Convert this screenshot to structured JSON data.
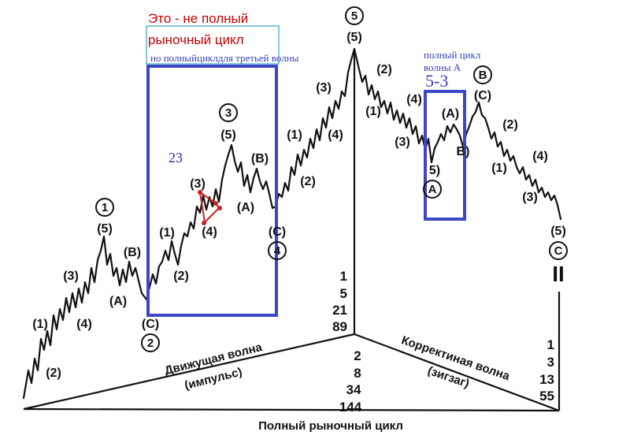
{
  "annotations": {
    "red_line1": "Это - не полный",
    "red_line2": "рыночный цикл",
    "blue_third": "но  полныйциклдля третьей волны",
    "blue_23": "23",
    "blue_full_a1": "полный цикл",
    "blue_full_a2": "волны А",
    "blue_53": "5-3"
  },
  "waves": {
    "w1_circ": "1",
    "w1_5": "(5)",
    "w_1": "(1)",
    "w_2": "(2)",
    "w_3": "(3)",
    "w_4": "(4)",
    "w_a1": "(A)",
    "w_b1": "(B)",
    "w_c1": "(C)",
    "w2_circ": "2",
    "w3_1": "(1)",
    "w3_2": "(2)",
    "w3_3": "(3)",
    "w3_4": "(4)",
    "w3_circ": "3",
    "w3_5": "(5)",
    "w3_b": "(B)",
    "w3_a": "(A)",
    "w3_c": "(C)",
    "w4_circ": "4",
    "w5_1": "(1)",
    "w5_2": "(2)",
    "w5_3": "(3)",
    "w5_4": "(4)",
    "w5_circ": "5",
    "w5_5": "(5)",
    "cr_1": "(1)",
    "cr_2": "(2)",
    "cr_3": "(3)",
    "cr_4": "(4)",
    "cr_5": "5)",
    "a_circ": "A",
    "cr_a": "(A)",
    "cr_b": "B)",
    "cb_circ": "B",
    "cb_c": "(C)",
    "cc_1": "(1)",
    "cc_2": "(2)",
    "cc_3": "(3)",
    "cc_4": "(4)",
    "cc_5": "(5)",
    "cc_circ": "C"
  },
  "base": {
    "impulse_line1": "Движущая волна",
    "impulse_line2": "(импульс)",
    "corrective_line1": "Корректиная волна",
    "corrective_line2": "(зигзаг)",
    "title": "Полный рыночный цикл"
  },
  "fib": {
    "center_top": [
      "1",
      "5",
      "21",
      "89"
    ],
    "center_bottom": [
      "2",
      "8",
      "34",
      "144"
    ],
    "right": [
      "1",
      "3",
      "13",
      "55"
    ],
    "separator": "II"
  }
}
